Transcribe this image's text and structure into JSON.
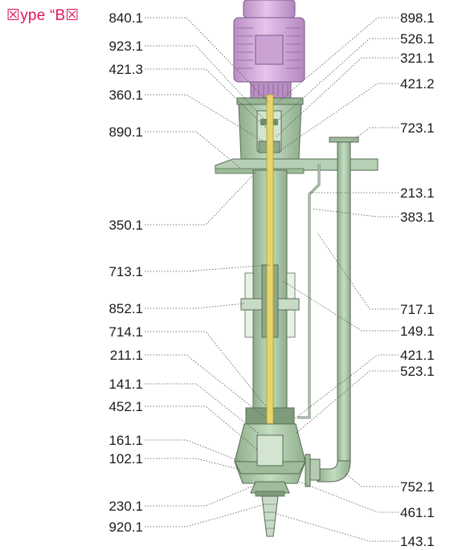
{
  "title": "☒ype “B☒",
  "part_numbers": {
    "left": [
      "840.1",
      "923.1",
      "421.3",
      "360.1",
      "890.1",
      "350.1",
      "713.1",
      "852.1",
      "714.1",
      "211.1",
      "141.1",
      "452.1",
      "161.1",
      "102.1",
      "230.1",
      "920.1"
    ],
    "right": [
      "898.1",
      "526.1",
      "321.1",
      "421.2",
      "723.1",
      "213.1",
      "383.1",
      "717.1",
      "149.1",
      "421.1",
      "523.1",
      "752.1",
      "461.1",
      "143.1"
    ]
  },
  "colors": {
    "title": "#e3165b",
    "motor": "#d9a8e0",
    "pump_body": "#a9c7a6",
    "shaft": "#e8d66a",
    "leader": "#555555"
  }
}
